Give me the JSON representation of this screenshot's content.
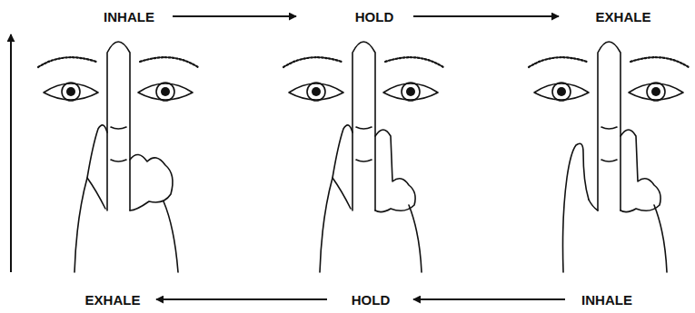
{
  "diagram": {
    "labels": [
      "INHALE",
      "HOLD",
      "EXHALE",
      "EXHALE",
      "HOLD",
      "INHALE"
    ]
  }
}
